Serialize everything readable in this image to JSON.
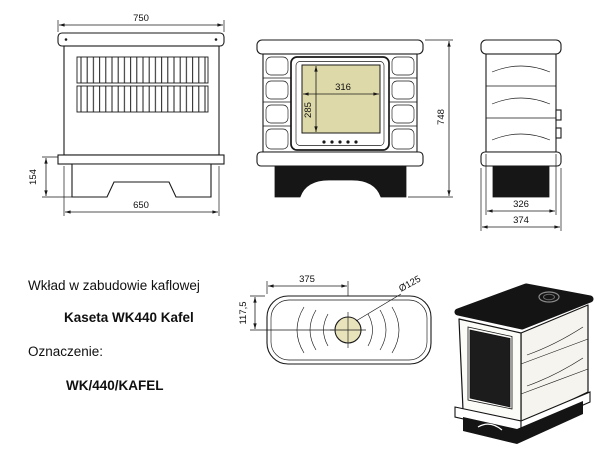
{
  "page": {
    "background": "#ffffff"
  },
  "info_block": {
    "line1": "Wkład w zabudowie kaflowej",
    "line2": "Kaseta WK440 Kafel",
    "line3": "Oznaczenie:",
    "line4": "WK/440/KAFEL"
  },
  "views": {
    "back": {
      "dim_top_width": "750",
      "dim_bottom_width": "650",
      "dim_base_height": "154"
    },
    "front": {
      "dim_glass_width": "316",
      "dim_glass_height": "285",
      "dim_total_height": "748"
    },
    "side": {
      "dim_body_depth": "326",
      "dim_base_depth": "374"
    },
    "top": {
      "dim_flue_x": "375",
      "dim_flue_y": "117,5",
      "flue_diameter": "Ø125"
    }
  },
  "colors": {
    "line": "#1a1a1a",
    "glass": "#ded9a8",
    "dark_fill": "#161616"
  }
}
